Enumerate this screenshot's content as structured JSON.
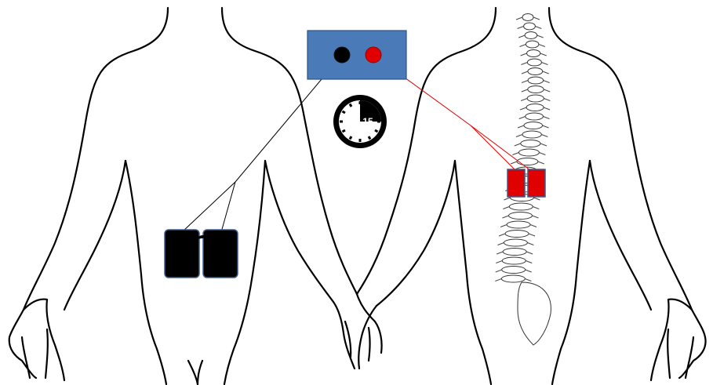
{
  "timer": {
    "minutes_label": "15"
  },
  "colors": {
    "device_body": "#4a7ab8",
    "device_border": "#2e5383",
    "negative_terminal": "#000000",
    "positive_terminal": "#e00000",
    "front_electrodes": "#000000",
    "back_electrodes": "#e00000",
    "electrode_border": "#3a5a8a"
  },
  "icons": {
    "timer": "stopwatch-icon",
    "front_figure": "body-front-outline",
    "back_figure": "body-back-outline",
    "spine": "spine-illustration"
  }
}
